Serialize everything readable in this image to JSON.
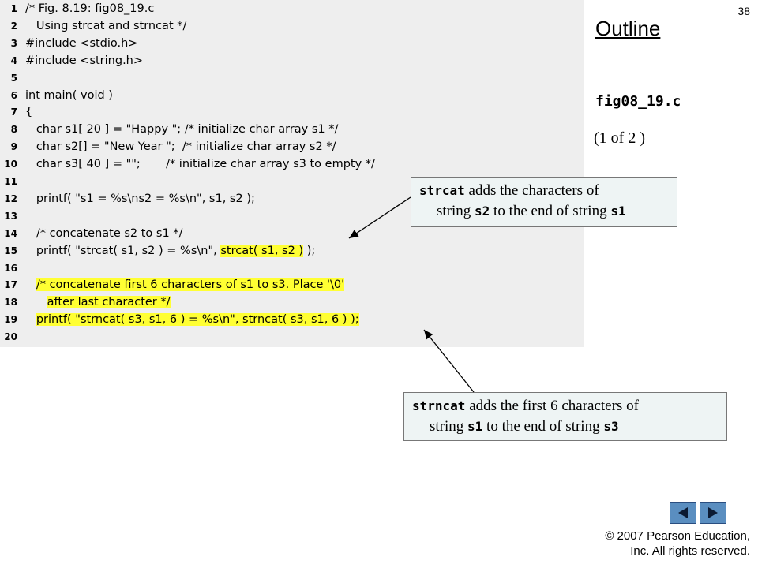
{
  "slide": {
    "number": "38",
    "title": "Outline",
    "filename": "fig08_19.c",
    "page_of": "(1 of 2 )",
    "copyright_line1": "© 2007 Pearson Education,",
    "copyright_line2": "Inc.  All rights reserved."
  },
  "code_lines": [
    {
      "n": "1",
      "text": "/* Fig. 8.19: fig08_19.c",
      "hl": ""
    },
    {
      "n": "2",
      "text": "   Using strcat and strncat */",
      "hl": ""
    },
    {
      "n": "3",
      "text": "#include <stdio.h>",
      "hl": ""
    },
    {
      "n": "4",
      "text": "#include <string.h>",
      "hl": ""
    },
    {
      "n": "5",
      "text": "",
      "hl": ""
    },
    {
      "n": "6",
      "text": "int main( void )",
      "hl": ""
    },
    {
      "n": "7",
      "text": "{",
      "hl": ""
    },
    {
      "n": "8",
      "text": "   char s1[ 20 ] = \"Happy \"; /* initialize char array s1 */",
      "hl": ""
    },
    {
      "n": "9",
      "text": "   char s2[] = \"New Year \";  /* initialize char array s2 */",
      "hl": ""
    },
    {
      "n": "10",
      "text": "   char s3[ 40 ] = \"\";       /* initialize char array s3 to empty */",
      "hl": ""
    },
    {
      "n": "11",
      "text": "",
      "hl": ""
    },
    {
      "n": "12",
      "text": "   printf( \"s1 = %s\\ns2 = %s\\n\", s1, s2 );",
      "hl": ""
    },
    {
      "n": "13",
      "text": "",
      "hl": ""
    },
    {
      "n": "14",
      "text": "   /* concatenate s2 to s1 */",
      "hl": ""
    },
    {
      "n": "15",
      "pre": "   printf( \"strcat( s1, s2 ) = %s\\n\", ",
      "text": "strcat( s1, s2 )",
      "post": " );",
      "hl": "part"
    },
    {
      "n": "16",
      "text": "",
      "hl": ""
    },
    {
      "n": "17",
      "pre": "   ",
      "text": "/* concatenate first 6 characters of s1 to s3. Place '\\0'",
      "post": "",
      "hl": "part"
    },
    {
      "n": "18",
      "pre": "      ",
      "text": "after last character */",
      "post": "",
      "hl": "part"
    },
    {
      "n": "19",
      "pre": "   ",
      "text": "printf( \"strncat( s3, s1, 6 ) = %s\\n\", strncat( s3, s1, 6 ) );",
      "post": "",
      "hl": "part"
    },
    {
      "n": "20",
      "text": "",
      "hl": ""
    }
  ],
  "callouts": {
    "strcat": {
      "fn": "strcat",
      "line1_rest": " adds the characters of",
      "line2_a": "string ",
      "var_a": "s2",
      "line2_b": " to the end of string ",
      "var_b": "s1"
    },
    "strncat": {
      "fn": "strncat",
      "line1_rest": " adds the first 6 characters of",
      "line2_a": "string ",
      "var_a": "s1",
      "line2_b": " to the end of string ",
      "var_b": "s3"
    }
  },
  "nav": {
    "prev_icon": "triangle-left-icon",
    "next_icon": "triangle-right-icon"
  },
  "colors": {
    "highlight": "#ffff33",
    "code_background": "#eeeeee",
    "callout_background": "#eef4f4",
    "nav_button": "#5a8ec0"
  }
}
